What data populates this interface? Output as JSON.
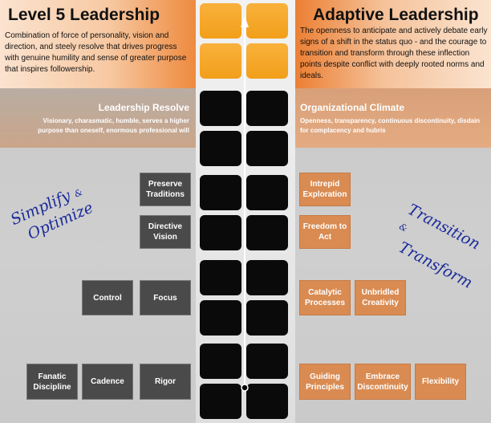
{
  "left_panel": {
    "title": "Level 5 Leadership",
    "description": "Combination of force of personality, vision and direction, and steely resolve that drives progress with genuine humility and sense of greater purpose that inspires followership."
  },
  "right_panel": {
    "title": "Adaptive Leadership",
    "description": "The openness to anticipate and actively debate early signs of a shift in the status quo - and the courage to transition and transform through these inflection points despite conflict with deeply rooted norms and ideals."
  },
  "left_band": {
    "title": "Leadership Resolve",
    "description": "Visionary, charasmatic, humble, serves a higher purpose than oneself, enormous professional will"
  },
  "right_band": {
    "title": "Organizational Climate",
    "description": "Openness, transparency, continuous discontinuity, disdain for complacency and hubris"
  },
  "left_script": {
    "line1": "Simplify",
    "amp": "&",
    "line2": "Optimize"
  },
  "right_script": {
    "line1": "Transition",
    "amp": "&",
    "line2": "Transform"
  },
  "left_boxes": {
    "preserve_traditions": "Preserve Traditions",
    "directive_vision": "Directive Vision",
    "control": "Control",
    "focus": "Focus",
    "fanatic_discipline": "Fanatic Discipline",
    "cadence": "Cadence",
    "rigor": "Rigor"
  },
  "right_boxes": {
    "intrepid_exploration": "Intrepid Exploration",
    "freedom_to_act": "Freedom to Act",
    "catalytic_processes": "Catalytic Processes",
    "unbridled_creativity": "Unbridled Creativity",
    "guiding_principles": "Guiding Principles",
    "embrace_discontinuity": "Embrace Discontinuity",
    "flexibility": "Flexibility"
  },
  "colors": {
    "orange_tile": "#f29f1a",
    "black_tile": "#0a0a0a",
    "dark_box": "#4a4a4a",
    "orange_box": "#d98b52",
    "script_blue": "#1a2a9a"
  }
}
